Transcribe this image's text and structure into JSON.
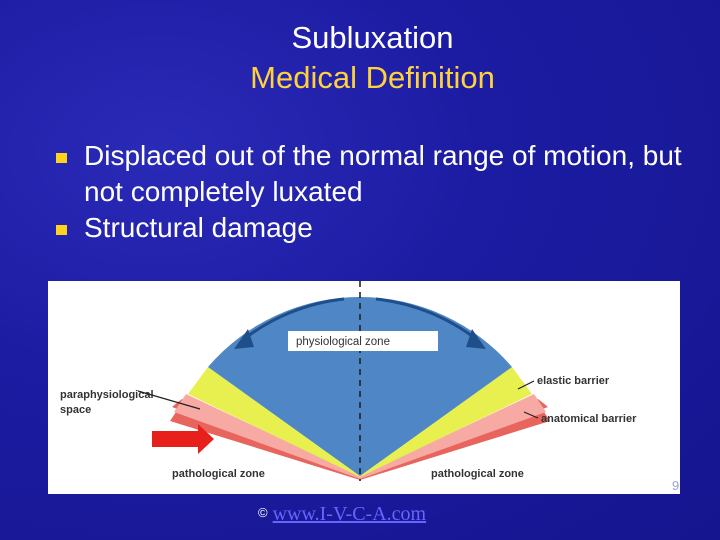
{
  "slide": {
    "title": "Subluxation",
    "subtitle": "Medical Definition",
    "bullets": [
      "Displaced out of the normal range of motion, but not completely luxated",
      "Structural damage"
    ],
    "slide_number": "9",
    "footer": {
      "copyright_symbol": "©",
      "link_text": "www.I-V-C-A.com"
    }
  },
  "figure": {
    "labels": {
      "physiological_zone": "physiological zone",
      "paraphysiological_line1": "paraphysiological",
      "paraphysiological_line2": "space",
      "elastic_barrier": "elastic barrier",
      "anatomical_barrier": "anatomical barrier",
      "pathological_zone_left": "pathological zone",
      "pathological_zone_right": "pathological zone"
    },
    "colors": {
      "physiological": "#4f86c6",
      "paraphysiological": "#e8f050",
      "anatomical": "#f7a9a3",
      "pathological": "#e8655d",
      "arrow": "#e8201c",
      "curved_arrow": "#1f4f8a"
    }
  },
  "theme": {
    "background": "#1c1ca3",
    "title_color": "#ffffff",
    "subtitle_color": "#ffd23c",
    "bullet_marker": "#ffd21c"
  }
}
